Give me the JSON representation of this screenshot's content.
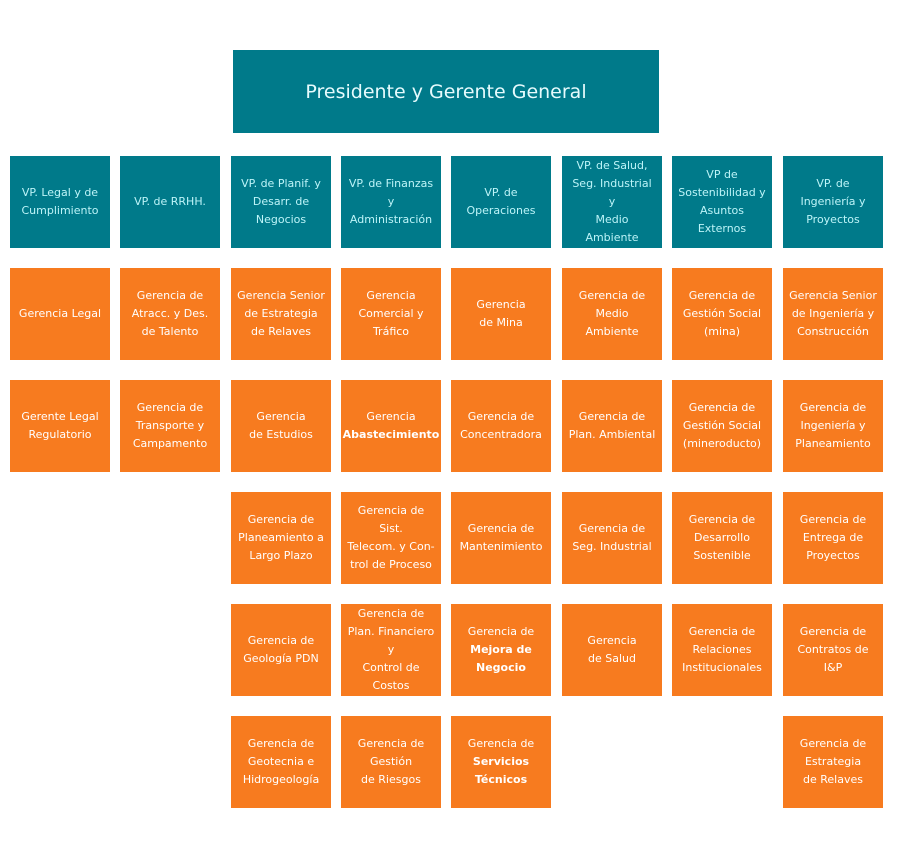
{
  "president": {
    "label": "Presidente y Gerente General"
  },
  "columns": [
    {
      "vp": "VP. Legal y de\nCumplimiento",
      "items": [
        {
          "label": "Gerencia Legal"
        },
        {
          "label": "Gerente Legal\nRegulatorio"
        }
      ]
    },
    {
      "vp": "VP. de RRHH.",
      "items": [
        {
          "label": "Gerencia de\nAtracc. y Des.\nde Talento"
        },
        {
          "label": "Gerencia de\nTransporte y\nCampamento"
        }
      ]
    },
    {
      "vp": "VP. de  Planif. y\nDesarr. de\nNegocios",
      "items": [
        {
          "label": "Gerencia Senior\nde Estrategia\nde Relaves"
        },
        {
          "label": "Gerencia\nde Estudios"
        },
        {
          "label": "Gerencia de\nPlaneamiento a\nLargo Plazo"
        },
        {
          "label": "Gerencia de\nGeología PDN"
        },
        {
          "label": "Gerencia de\nGeotecnia e\nHidrogeología"
        }
      ]
    },
    {
      "vp": "VP. de  Finanzas\ny Administración",
      "items": [
        {
          "label": "Gerencia\nComercial  y\nTráfico"
        },
        {
          "label": "Gerencia\nAbastecimiento",
          "bold_last": true
        },
        {
          "label": "Gerencia de Sist.\nTelecom. y  Con-\ntrol de Proceso"
        },
        {
          "label": "Gerencia de\nPlan.  Financiero y\nControl de Costos"
        },
        {
          "label": "Gerencia de\nGestión\nde Riesgos"
        }
      ]
    },
    {
      "vp": "VP. de\nOperaciones",
      "items": [
        {
          "label": "Gerencia\nde Mina"
        },
        {
          "label": "Gerencia de\nConcentradora"
        },
        {
          "label": "Gerencia de\nMantenimiento"
        },
        {
          "label": "Gerencia de\nMejora de Negocio",
          "bold_last": true
        },
        {
          "label": "Gerencia de\nServicios Técnicos",
          "bold_last": true
        }
      ]
    },
    {
      "vp": "VP. de Salud,\nSeg. Industrial y\nMedio Ambiente",
      "items": [
        {
          "label": "Gerencia de\nMedio Ambiente"
        },
        {
          "label": "Gerencia de\nPlan. Ambiental"
        },
        {
          "label": "Gerencia de\nSeg. Industrial"
        },
        {
          "label": "Gerencia\nde Salud"
        }
      ]
    },
    {
      "vp": "VP de\nSostenibilidad y\nAsuntos Externos",
      "items": [
        {
          "label": "Gerencia de\nGestión Social\n(mina)"
        },
        {
          "label": "Gerencia de\nGestión Social\n(mineroducto)"
        },
        {
          "label": "Gerencia de\nDesarrollo\nSostenible"
        },
        {
          "label": "Gerencia de\nRelaciones\nInstitucionales"
        }
      ]
    },
    {
      "vp": "VP. de\nIngeniería y\nProyectos",
      "items": [
        {
          "label": "Gerencia Senior\nde Ingeniería y\nConstrucción"
        },
        {
          "label": "Gerencia de\nIngeniería y\nPlaneamiento"
        },
        {
          "label": "Gerencia de\nEntrega de\nProyectos"
        },
        {
          "label": "Gerencia de\nContratos de I&P"
        },
        {
          "label": "Gerencia de\nEstrategia\nde Relaves"
        }
      ]
    }
  ]
}
